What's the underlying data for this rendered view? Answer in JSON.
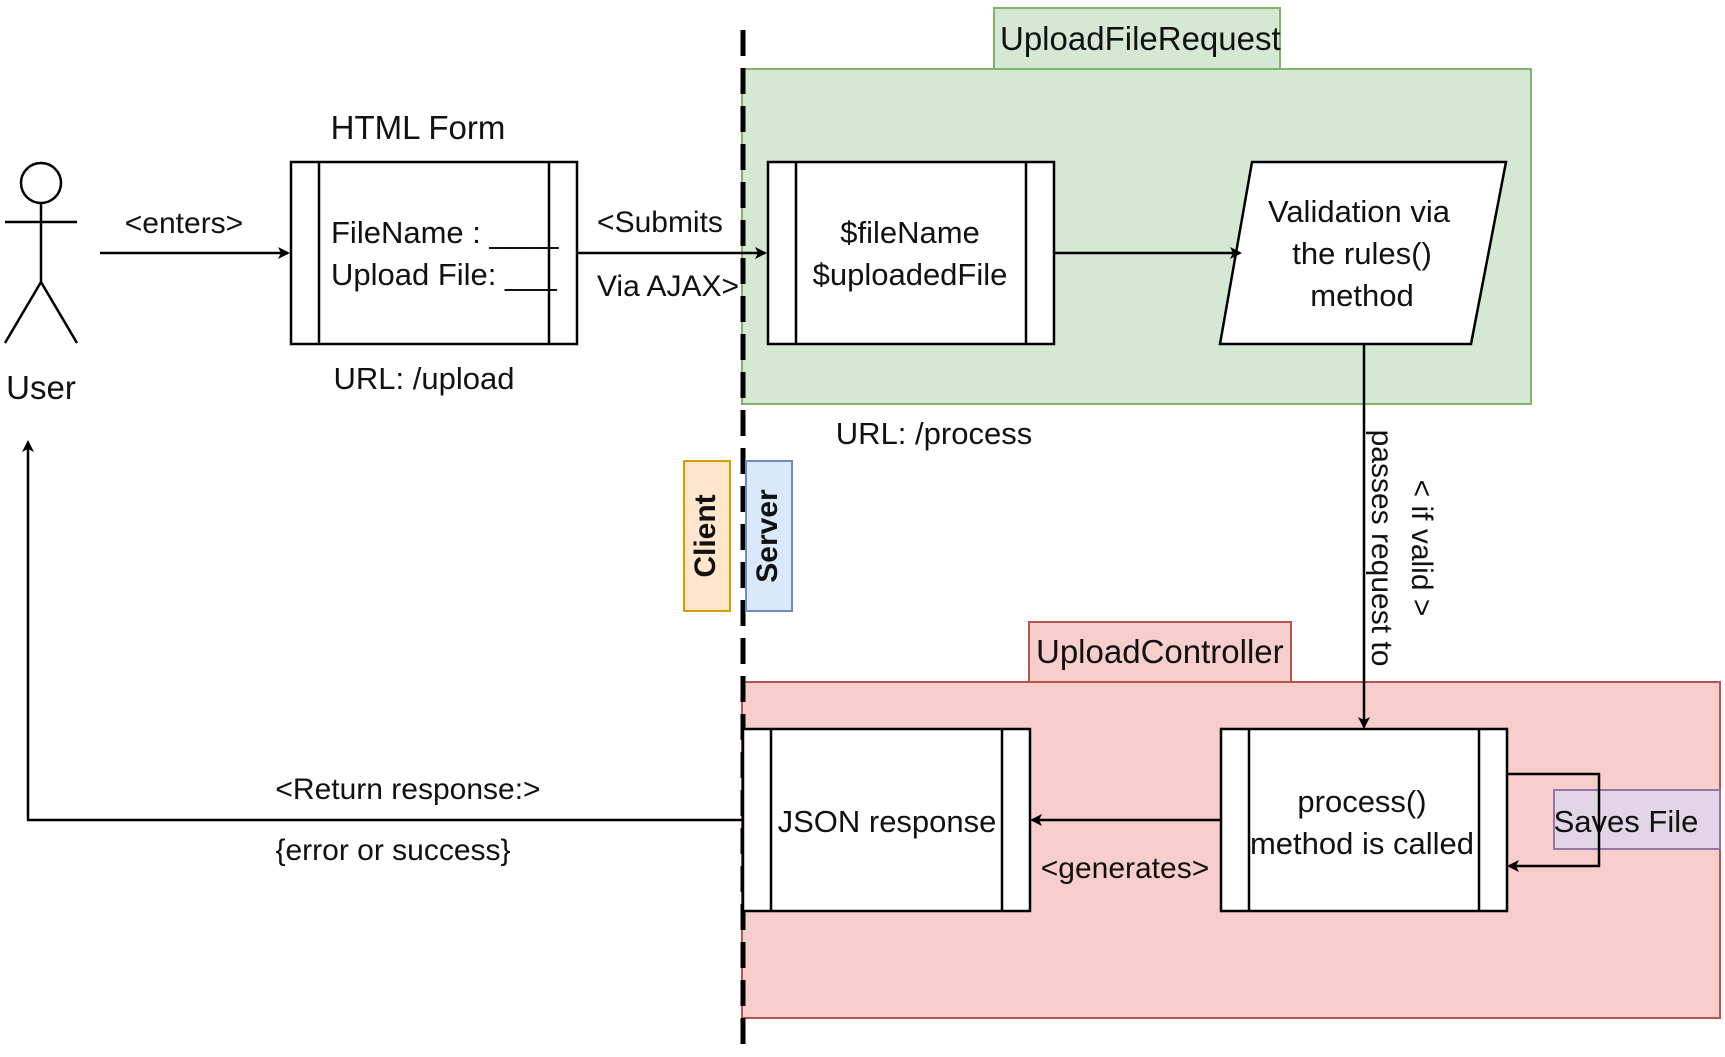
{
  "actor": {
    "label": "User"
  },
  "html_form": {
    "title": "HTML Form",
    "line1": "FileName : ____",
    "line2": "Upload File: ___",
    "url": "URL: /upload"
  },
  "edges": {
    "enters": "<enters>",
    "submits_line1": "<Submits",
    "submits_line2": "Via AJAX>",
    "passes_line1": "< if valid >",
    "passes_line2": "passes request to",
    "generates": "<generates>",
    "return_line1": "<Return response:>",
    "return_line2": "{error or success}",
    "saves_file": "Saves File"
  },
  "upload_file_request": {
    "title": "UploadFileRequest",
    "fields_line1": "$fileName",
    "fields_line2": "$uploadedFile",
    "validation_line1": "Validation via",
    "validation_line2": "the rules()",
    "validation_line3": "method",
    "url": "URL: /process"
  },
  "upload_controller": {
    "title": "UploadController",
    "process_line1": "process()",
    "process_line2": "method is called",
    "json_response": "JSON response"
  },
  "boundary": {
    "client": "Client",
    "server": "Server"
  },
  "colors": {
    "green_fill": "#d5e8d4",
    "green_stroke": "#82b366",
    "red_fill": "#f8cecc",
    "red_stroke": "#b85450",
    "orange_fill": "#ffe6cc",
    "orange_stroke": "#d79b00",
    "blue_fill": "#dae8fc",
    "blue_stroke": "#6c8ebf",
    "purple_fill": "#e1d5e7",
    "purple_stroke": "#9673a6"
  }
}
